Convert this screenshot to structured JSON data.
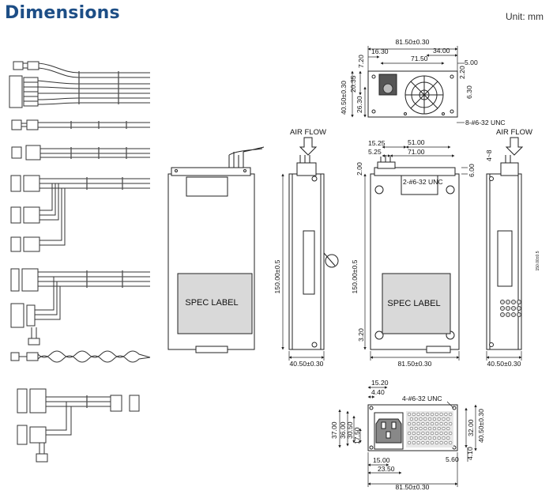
{
  "header": {
    "title": "Dimensions",
    "unit": "Unit: mm"
  },
  "labels": {
    "spec_label": "SPEC LABEL",
    "air_flow": "AIR FLOW"
  },
  "top_view": {
    "overall_width": "81.50±0.30",
    "d1": "16.30",
    "d2": "71.50",
    "d3": "34.00",
    "d4": "5.00",
    "h_total": "40.50±0.30",
    "h1": "20.35",
    "h2": "26.30",
    "h3": "7.20",
    "r1": "2.20",
    "r2": "6.30",
    "screw": "8-#6-32 UNC"
  },
  "side_left": {
    "height": "150.00±0.5",
    "width": "40.50±0.30"
  },
  "front_view": {
    "d1": "15.25",
    "d2": "51.00",
    "d3": "5.25",
    "d4": "71.00",
    "d5": "2.00",
    "d6": "6.00",
    "screw": "2-#6-32 UNC",
    "height": "150.00±0.5",
    "bottom": "3.20",
    "width": "81.50±0.30"
  },
  "side_right": {
    "gap": "4~8",
    "width": "40.50±0.30",
    "height": "150.00±0.5"
  },
  "bottom_view": {
    "d1": "15.20",
    "d2": "4.40",
    "screw": "4-#6-32 UNC",
    "h1": "37.00",
    "h2": "36.00",
    "h3": "30.50",
    "h4": "17.50",
    "b1": "15.00",
    "b2": "23.50",
    "b3": "5.60",
    "r1": "4.10",
    "r2": "32.00",
    "r3": "40.50±0.30",
    "width": "81.50±0.30"
  },
  "colors": {
    "title": "#1d4e86",
    "line": "#222222",
    "gray": "#bbbbbb",
    "fill": "#d9d9d9"
  }
}
